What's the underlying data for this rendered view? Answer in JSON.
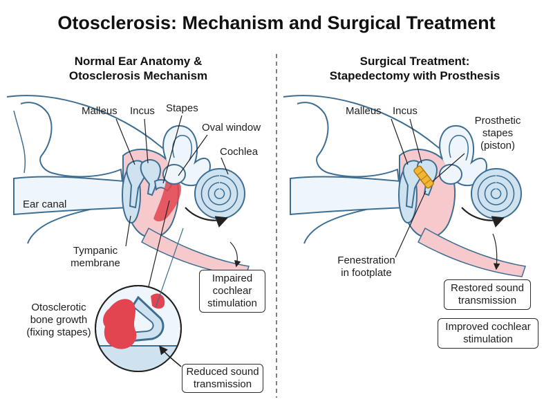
{
  "title": "Otosclerosis: Mechanism and Surgical Treatment",
  "left": {
    "heading_line1": "Normal Ear Anatomy &",
    "heading_line2": "Otosclerosis Mechanism",
    "malleus": "Malleus",
    "incus": "Incus",
    "stapes": "Stapes",
    "oval_window": "Oval window",
    "cochlea": "Cochlea",
    "ear_canal": "Ear canal",
    "tympanic_1": "Tympanic",
    "tympanic_2": "membrane",
    "impaired_1": "Impaired",
    "impaired_2": "cochlear",
    "impaired_3": "stimulation",
    "growth_1": "Otosclerotic",
    "growth_2": "bone growth",
    "growth_3": "(fixing stapes)",
    "reduced_1": "Reduced sound",
    "reduced_2": "transmission"
  },
  "right": {
    "heading_line1": "Surgical Treatment:",
    "heading_line2": "Stapedectomy with Prosthesis",
    "malleus": "Malleus",
    "incus": "Incus",
    "prosthetic_1": "Prosthetic",
    "prosthetic_2": "stapes",
    "prosthetic_3": "(piston)",
    "fenestration_1": "Fenestration",
    "fenestration_2": "in footplate",
    "restored_1": "Restored sound",
    "restored_2": "transmission",
    "improved_1": "Improved cochlear",
    "improved_2": "stimulation"
  },
  "colors": {
    "outline": "#3d6e92",
    "bone_fill": "#eef6fb",
    "canal_fill": "#dcebf5",
    "cochlea_fill": "#cfe2f0",
    "pink": "#f6c9cd",
    "red_growth": "#e2454f",
    "prosthesis": "#f2b534"
  }
}
